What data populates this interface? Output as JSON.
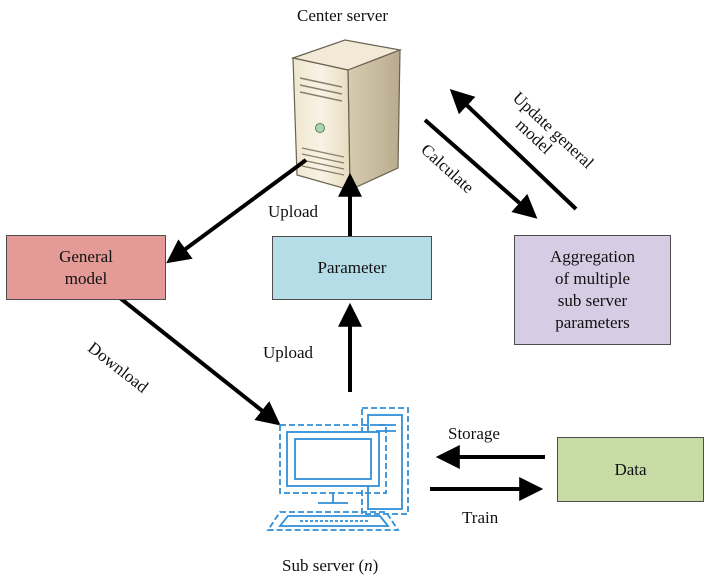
{
  "nodes": {
    "center_server": {
      "label": "Center server",
      "icon": "server-tower-icon"
    },
    "general_model": {
      "lines": [
        "General",
        "model"
      ],
      "fill": "#e49a96"
    },
    "parameter": {
      "label": "Parameter",
      "fill": "#b4dde8"
    },
    "aggregation": {
      "lines": [
        "Aggregation",
        "of multiple",
        "sub server",
        "parameters"
      ],
      "fill": "#d6cde4"
    },
    "data": {
      "label": "Data",
      "fill": "#c6dca4"
    },
    "sub_server": {
      "label_prefix": "Sub server (",
      "label_var": "n",
      "label_suffix": ")",
      "icon": "desktop-computer-icon",
      "icon_color": "#2f8fd8"
    }
  },
  "edges": {
    "upload_top": "Upload",
    "upload_bottom": "Upload",
    "calculate": "Calculate",
    "update": [
      "Update general",
      "model"
    ],
    "download": "Download",
    "storage": "Storage",
    "train": "Train"
  }
}
